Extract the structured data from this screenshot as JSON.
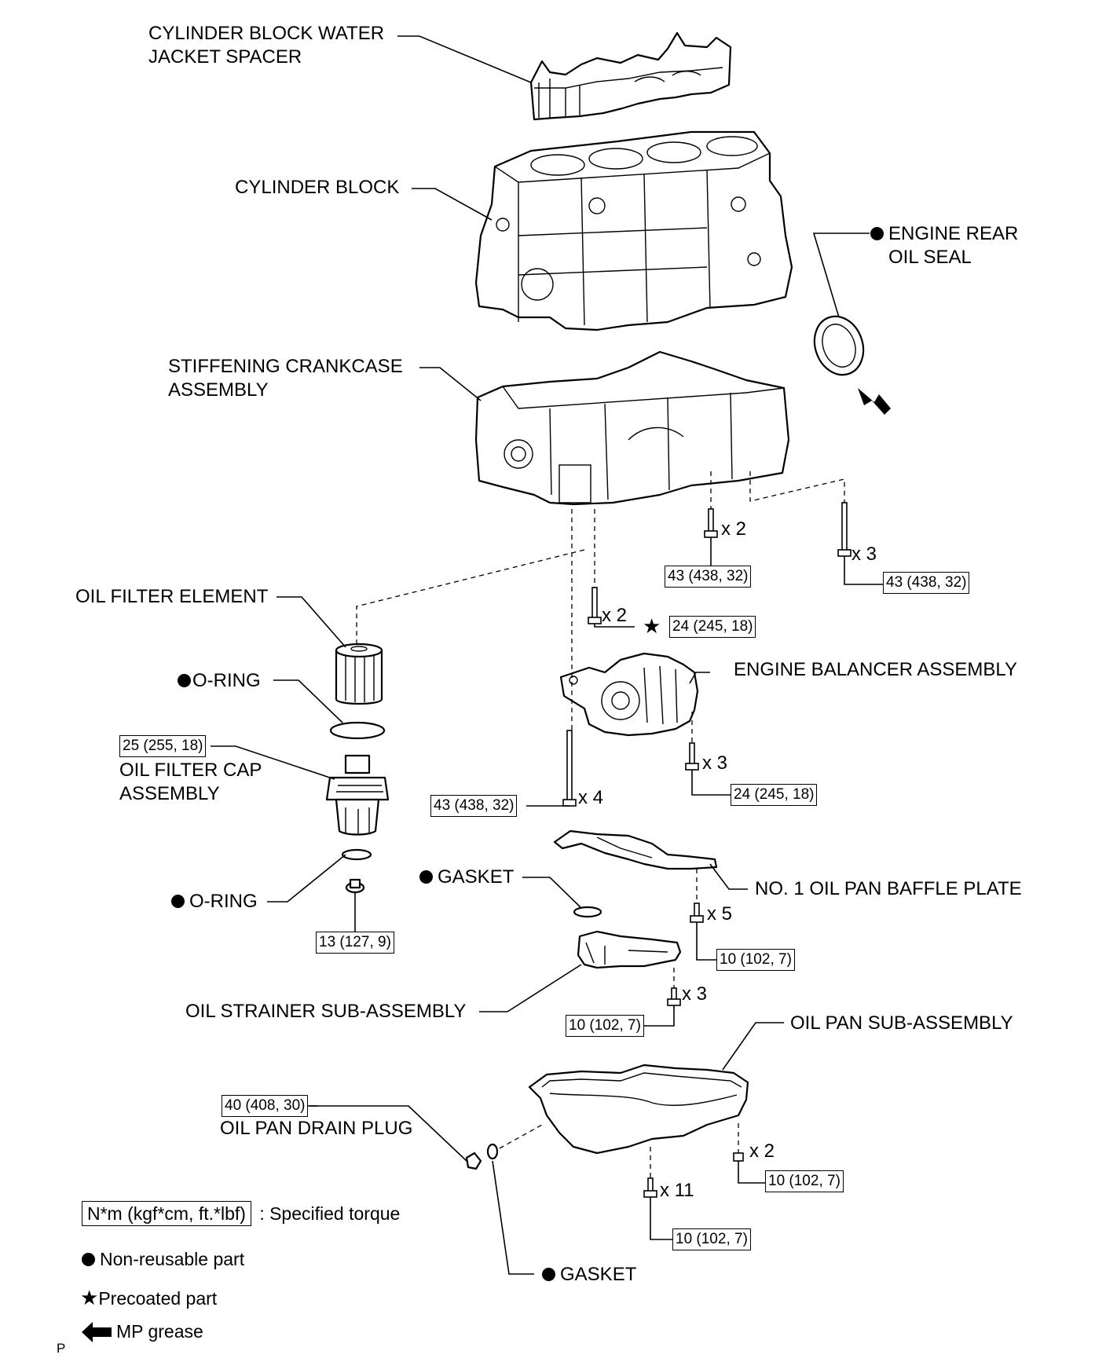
{
  "labels": {
    "water_jacket": "CYLINDER BLOCK WATER\nJACKET SPACER",
    "cylinder_block": "CYLINDER BLOCK",
    "rear_oil_seal": "ENGINE REAR\nOIL SEAL",
    "crankcase": "STIFFENING CRANKCASE\nASSEMBLY",
    "oil_filter_element": "OIL FILTER ELEMENT",
    "o_ring_upper": "O-RING",
    "oil_filter_cap": "OIL FILTER CAP\nASSEMBLY",
    "o_ring_lower": "O-RING",
    "balancer": "ENGINE BALANCER ASSEMBLY",
    "gasket_strainer": "GASKET",
    "baffle_plate": "NO. 1 OIL PAN BAFFLE PLATE",
    "oil_strainer": "OIL STRAINER SUB-ASSEMBLY",
    "oil_pan": "OIL PAN SUB-ASSEMBLY",
    "drain_plug": "OIL PAN DRAIN PLUG",
    "gasket_drain": "GASKET"
  },
  "torques": {
    "crankcase_x2": "43 (438, 32)",
    "crankcase_x3": "43 (438, 32)",
    "balancer_short": "24 (245, 18)",
    "filter_cap": "25 (255, 18)",
    "balancer_long": "43 (438, 32)",
    "balancer_x3": "24 (245, 18)",
    "filter_plug": "13 (127, 9)",
    "baffle_x5": "10 (102, 7)",
    "strainer_x3": "10 (102, 7)",
    "drain_plug": "40 (408, 30)",
    "pan_x2": "10 (102, 7)",
    "pan_x11": "10 (102, 7)"
  },
  "quantities": {
    "crankcase_x2": "x 2",
    "crankcase_x3": "x 3",
    "balancer_short": "x 2",
    "balancer_long": "x 4",
    "balancer_x3": "x 3",
    "baffle_x5": "x 5",
    "strainer_x3": "x 3",
    "pan_x2": "x 2",
    "pan_x11": "x 11"
  },
  "legend": {
    "torque_unit": "N*m (kgf*cm, ft.*lbf)",
    "torque_text": ": Specified torque",
    "non_reusable": "Non-reusable part",
    "precoated": "Precoated part",
    "mp_grease": "MP grease"
  },
  "corner_mark": "P"
}
